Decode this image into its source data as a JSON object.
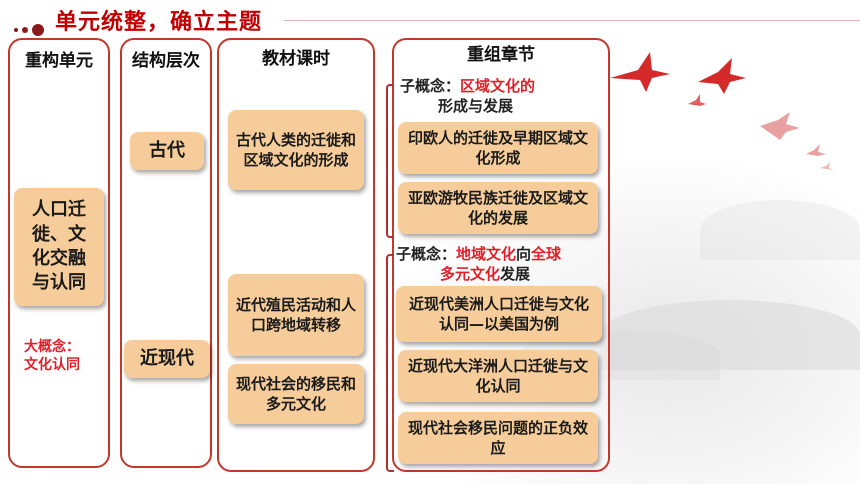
{
  "header": {
    "title": "单元统整，确立主题"
  },
  "col1": {
    "heading": "重构单元",
    "card": "人口迁徙、文化交融与认同",
    "bigconcept_label": "大概念：",
    "bigconcept_value": "文化认同"
  },
  "col2": {
    "heading": "结构层次",
    "ancient": "古代",
    "modern": "近现代"
  },
  "col3": {
    "heading": "教材课时",
    "items": [
      "古代人类的迁徙和区域文化的形成",
      "近代殖民活动和人口跨地域转移",
      "现代社会的移民和多元文化"
    ]
  },
  "col4": {
    "heading": "重组章节",
    "sub1_prefix": "子概念：",
    "sub1_red": "区域文化的",
    "sub1_line2": "形成与发展",
    "sub2_prefix": "子概念：",
    "sub2_red1": "地域文化",
    "sub2_mid": "向",
    "sub2_red2": "全球",
    "sub2_red3": "多元文化",
    "sub2_tail": "发展",
    "items": [
      "印欧人的迁徙及早期区域文化形成",
      "亚欧游牧民族迁徙及区域文化的发展",
      "近现代美洲人口迁徙与文化认同—以美国为例",
      "近现代大洋洲人口迁徙与文化认同",
      "现代社会移民问题的正负效应"
    ]
  }
}
